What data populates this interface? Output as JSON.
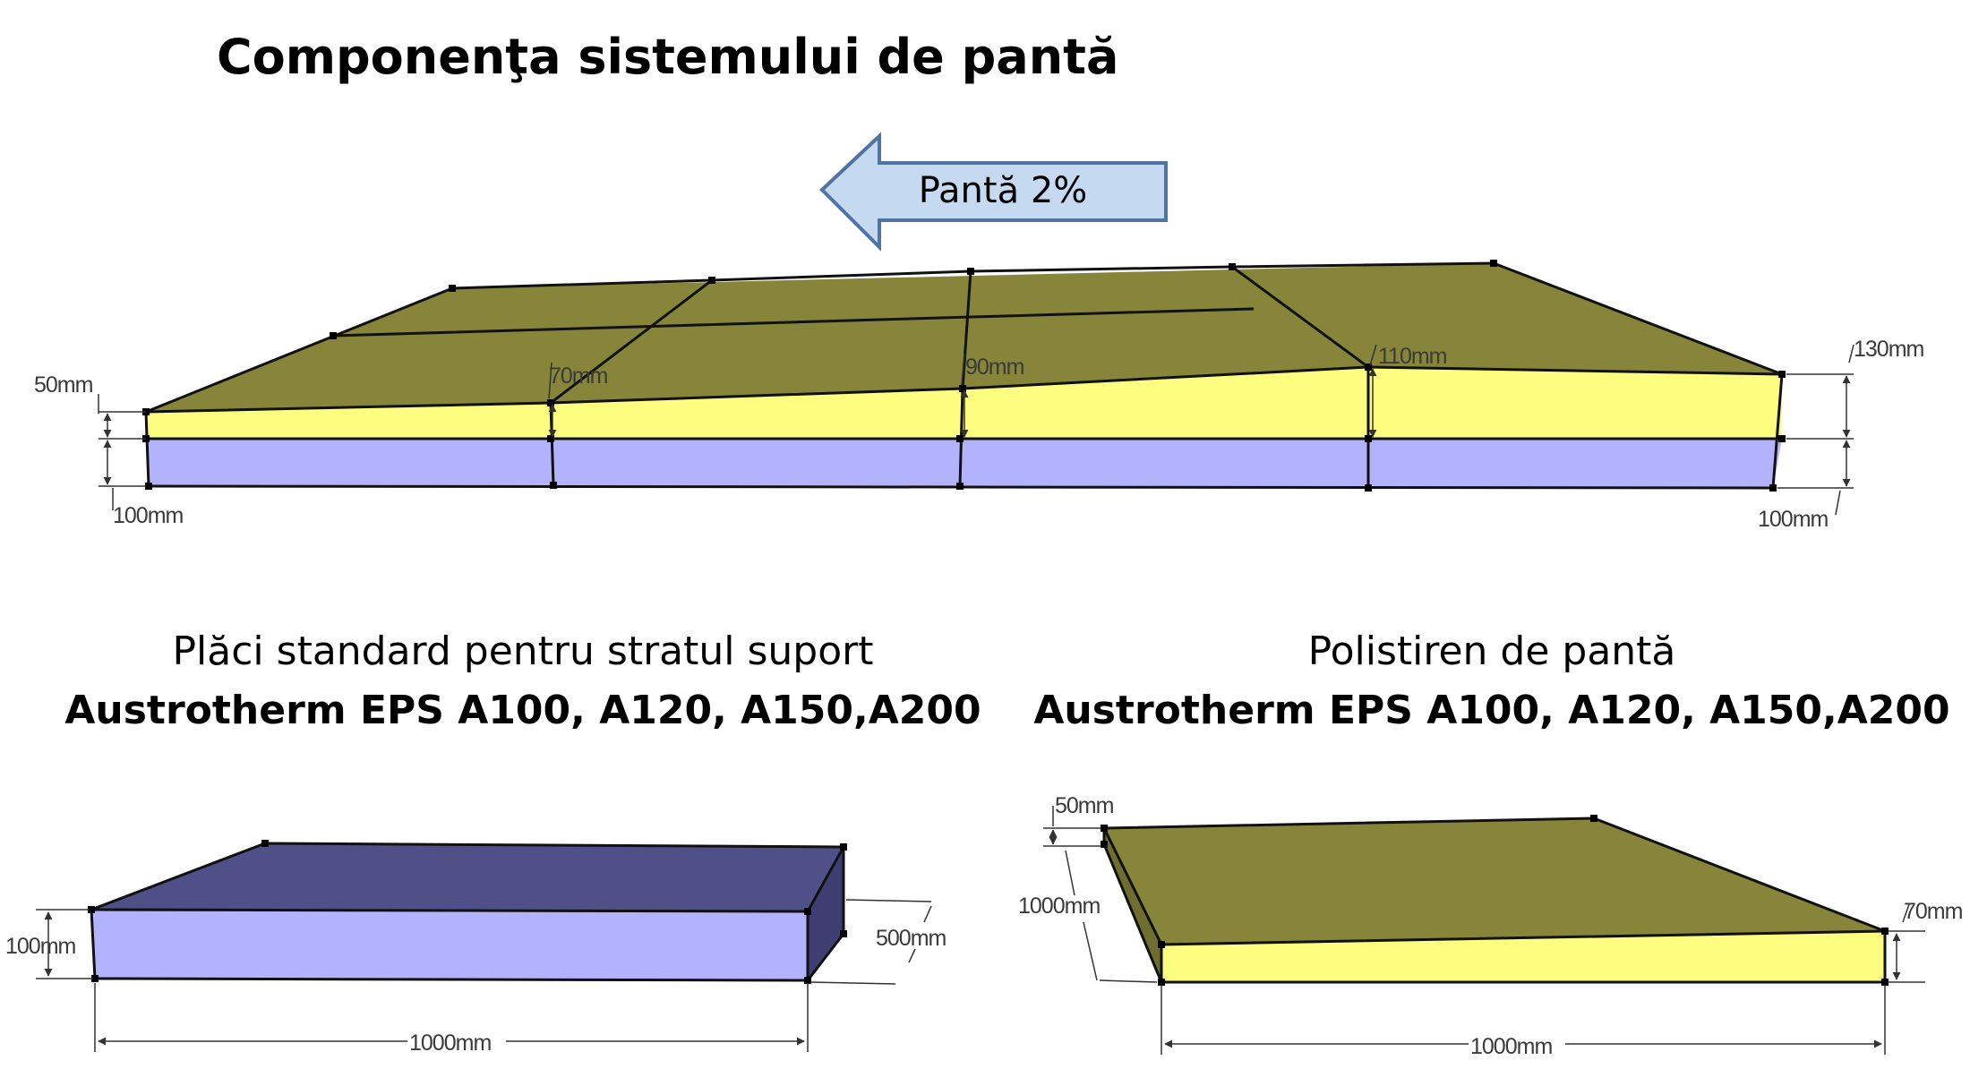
{
  "title": "Componenţa sistemului de pantă",
  "slope_arrow": {
    "label": "Pantă 2%",
    "fill": "#c5d9f1",
    "stroke": "#4f73a3"
  },
  "colors": {
    "top_face": "#86853a",
    "slope_side": "#fdfd80",
    "base_side": "#b3b3fd",
    "base_top": "#505088"
  },
  "assembly": {
    "labels": {
      "left_top": "50mm",
      "left_bottom": "100mm",
      "p70": "70mm",
      "p90": "90mm",
      "p110": "110mm",
      "right_top": "130mm",
      "right_bottom": "100mm"
    }
  },
  "left_panel": {
    "caption_line1": "Plăci standard pentru stratul suport",
    "caption_line2": "Austrotherm EPS A100, A120, A150,A200",
    "thickness": "100mm",
    "depth": "500mm",
    "length": "1000mm"
  },
  "right_panel": {
    "caption_line1": "Polistiren de pantă",
    "caption_line2": "Austrotherm EPS A100, A120, A150,A200",
    "top_thickness": "50mm",
    "depth": "1000mm",
    "end_thickness": "70mm",
    "length": "1000mm"
  }
}
